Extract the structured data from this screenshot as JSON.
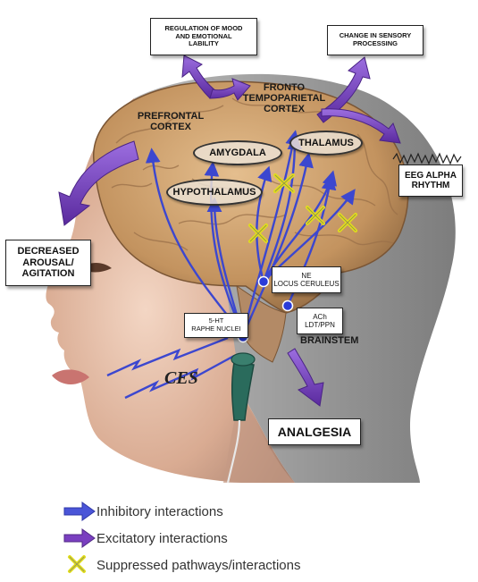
{
  "boxes": {
    "mood": [
      "REGULATION OF MOOD",
      "AND EMOTIONAL",
      "LABILITY"
    ],
    "sensory": [
      "CHANGE IN SENSORY",
      "PROCESSING"
    ],
    "eeg": [
      "EEG ALPHA",
      "RHYTHM"
    ],
    "arousal": [
      "DECREASED",
      "AROUSAL/",
      "AGITATION"
    ],
    "analgesia": "ANALGESIA"
  },
  "regions": {
    "prefrontal": [
      "PREFRONTAL",
      "CORTEX"
    ],
    "frontoparietal": [
      "FRONTO",
      "TEMPOPARIETAL",
      "CORTEX"
    ],
    "amygdala": "AMYGDALA",
    "thalamus": "THALAMUS",
    "hypothalamus": "HYPOTHALAMUS",
    "brainstem": "BRAINSTEM",
    "ces": "CES"
  },
  "nuclei": {
    "ne": [
      "NE",
      "LOCUS CERULEUS"
    ],
    "ach": [
      "ACh",
      "LDT/PPN"
    ],
    "ht": [
      "5-HT",
      "RAPHE NUCLEI"
    ]
  },
  "legend": [
    {
      "label": "Inhibitory interactions",
      "icon": "blue-arrow"
    },
    {
      "label": "Excitatory interactions",
      "icon": "purple-arrow"
    },
    {
      "label": "Suppressed pathways/interactions",
      "icon": "yellow-x"
    }
  ],
  "colors": {
    "inhibitory": "#4a55d8",
    "excitatory": "#7a3fc0",
    "suppressed": "#e3e01a",
    "brain": "#c79a6b",
    "skin": "#e2b9a0"
  }
}
